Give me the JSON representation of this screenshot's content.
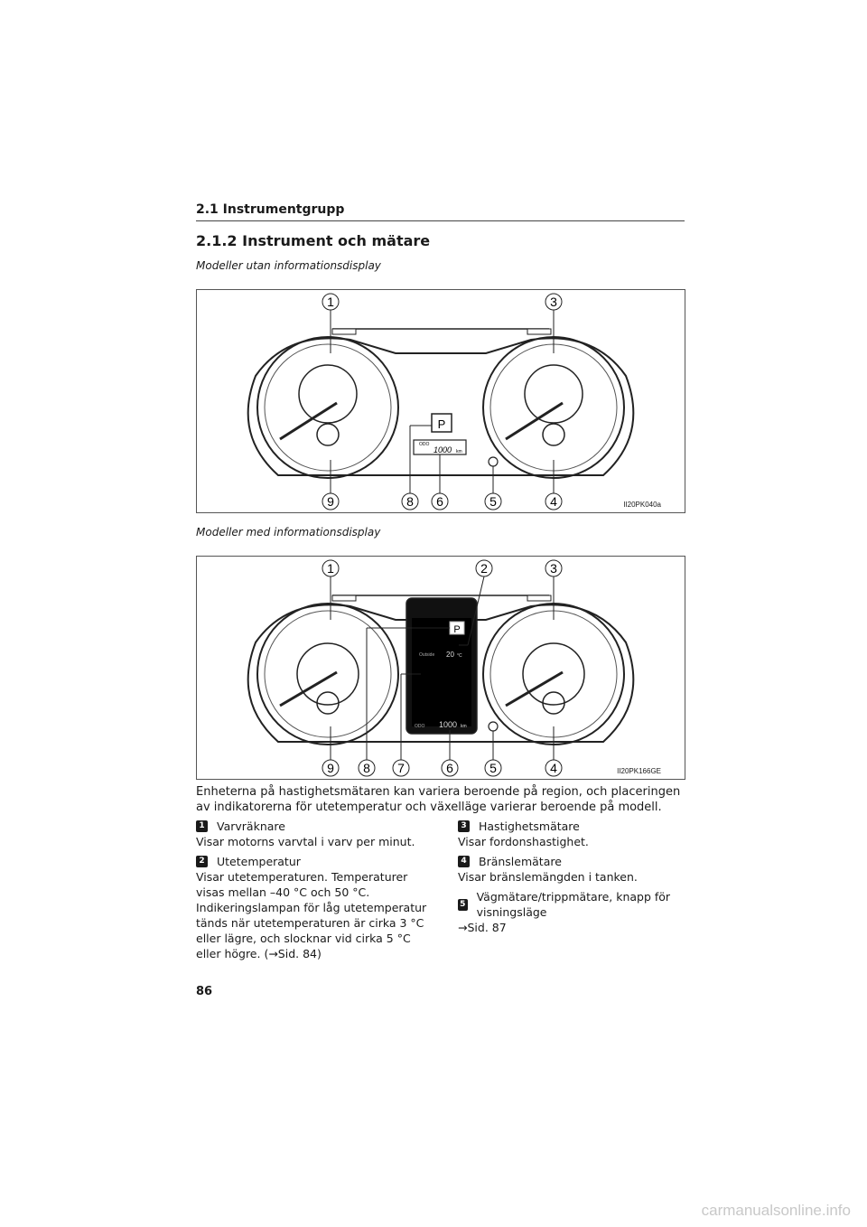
{
  "header": {
    "section": "2.1 Instrumentgrupp",
    "subsection": "2.1.2 Instrument och mätare"
  },
  "figures": [
    {
      "caption": "Modeller utan informationsdisplay",
      "figure_id": "II20PK040a",
      "callouts": [
        "1",
        "3",
        "9",
        "8",
        "6",
        "5",
        "4"
      ],
      "display_labels": {
        "odo": "ODO",
        "odo_value": "1000",
        "odo_unit": "km",
        "gear": "P"
      }
    },
    {
      "caption": "Modeller med informationsdisplay",
      "figure_id": "II20PK166GE",
      "callouts": [
        "1",
        "2",
        "3",
        "9",
        "8",
        "7",
        "6",
        "5",
        "4"
      ],
      "display_labels": {
        "gear": "P",
        "outside": "Outside",
        "temp": "20",
        "temp_unit": "°C",
        "odo": "ODO",
        "odo_value": "1000",
        "odo_unit": "km"
      }
    }
  ],
  "intro": "Enheterna på hastighetsmätaren kan variera beroende på region, och placeringen av indikatorerna för utetemperatur och växelläge varierar beroende på modell.",
  "items_left": [
    {
      "num": "1",
      "title": "Varvräknare",
      "text": "Visar motorns varvtal i varv per minut."
    },
    {
      "num": "2",
      "title": "Utetemperatur",
      "text": "Visar utetemperaturen. Temperaturer visas mellan –40 °C och 50 °C. Indikeringslampan för låg utetemperatur tänds när utetemperaturen är cirka 3 °C eller lägre, och slocknar vid cirka 5 °C eller högre. (→Sid. 84)"
    }
  ],
  "items_right": [
    {
      "num": "3",
      "title": "Hastighetsmätare",
      "text": "Visar fordonshastighet."
    },
    {
      "num": "4",
      "title": "Bränslemätare",
      "text": "Visar bränslemängden i tanken."
    },
    {
      "num": "5",
      "title": "Vägmätare/trippmätare, knapp för visningsläge",
      "text": "→Sid. 87"
    }
  ],
  "page_number": "86",
  "watermark": "carmanualsonline.info"
}
